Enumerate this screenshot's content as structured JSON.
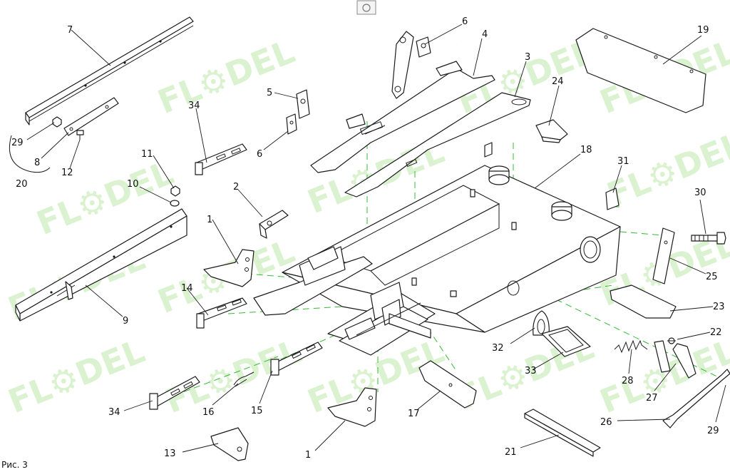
{
  "watermark_text": "FL⚙DEL",
  "caption": "Рис. 3",
  "callouts": [
    "1",
    "1",
    "2",
    "3",
    "4",
    "5",
    "6",
    "6",
    "7",
    "8",
    "9",
    "10",
    "11",
    "12",
    "13",
    "14",
    "15",
    "16",
    "17",
    "18",
    "19",
    "20",
    "21",
    "22",
    "23",
    "24",
    "25",
    "26",
    "27",
    "28",
    "29",
    "29",
    "30",
    "31",
    "32",
    "33",
    "34",
    "34"
  ],
  "colors": {
    "line": "#1a1a1a",
    "dash": "#35b835",
    "watermark": "#bde8a8"
  }
}
